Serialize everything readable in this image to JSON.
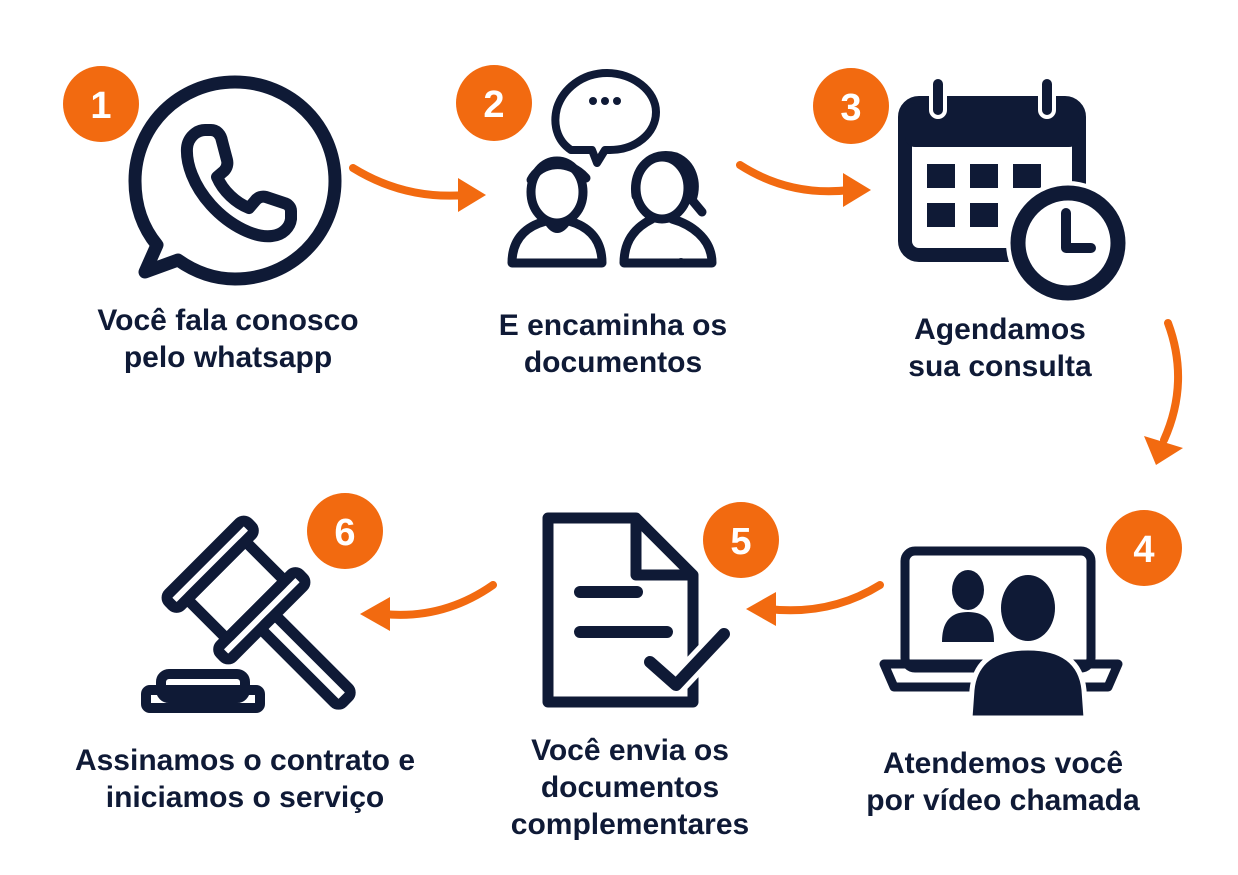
{
  "colors": {
    "accent": "#f26a10",
    "ink": "#0f1a36",
    "background": "#ffffff"
  },
  "steps": [
    {
      "number": "1",
      "icon": "whatsapp-icon",
      "lines": [
        "Você fala conosco",
        "pelo whatsapp"
      ]
    },
    {
      "number": "2",
      "icon": "people-talking-icon",
      "lines": [
        "E encaminha os",
        "documentos"
      ]
    },
    {
      "number": "3",
      "icon": "calendar-clock-icon",
      "lines": [
        "Agendamos",
        "sua consulta"
      ]
    },
    {
      "number": "4",
      "icon": "video-call-laptop-icon",
      "lines": [
        "Atendemos você",
        "por vídeo chamada"
      ]
    },
    {
      "number": "5",
      "icon": "document-check-icon",
      "lines": [
        "Você envia os",
        "documentos",
        "complementares"
      ]
    },
    {
      "number": "6",
      "icon": "gavel-icon",
      "lines": [
        "Assinamos o contrato e",
        "iniciamos o serviço"
      ]
    }
  ]
}
